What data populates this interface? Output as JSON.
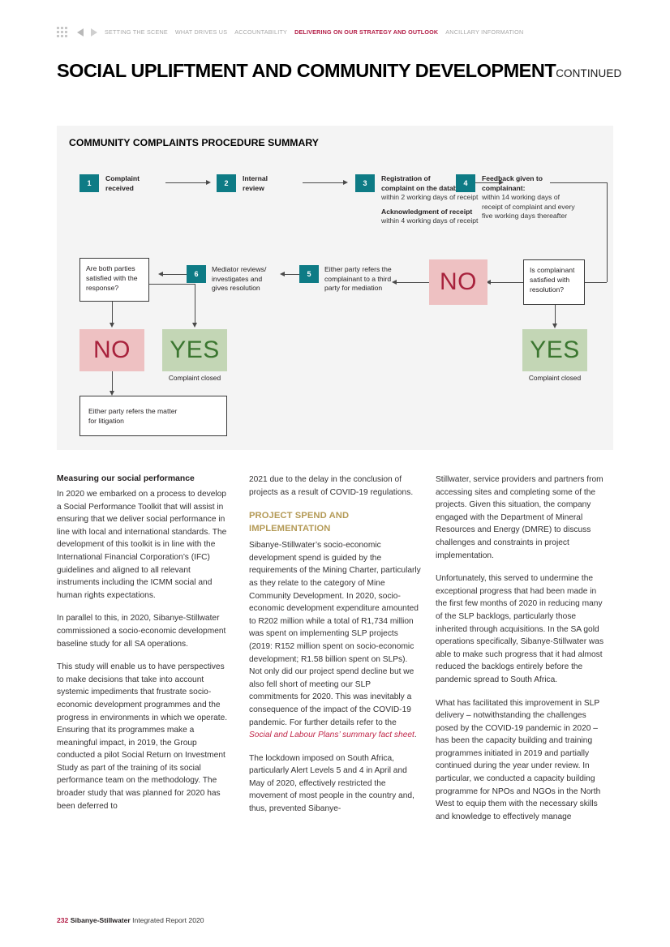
{
  "topnav": {
    "icons": [
      "grid-icon",
      "prev-triangle-icon",
      "next-triangle-icon"
    ],
    "items": [
      {
        "label": "SETTING THE SCENE",
        "active": false
      },
      {
        "label": "WHAT DRIVES US",
        "active": false
      },
      {
        "label": "ACCOUNTABILITY",
        "active": false
      },
      {
        "label": "DELIVERING ON OUR STRATEGY AND OUTLOOK",
        "active": true
      },
      {
        "label": "ANCILLARY INFORMATION",
        "active": false
      }
    ],
    "active_color": "#b31c45"
  },
  "header": {
    "title": "SOCIAL UPLIFTMENT AND COMMUNITY DEVELOPMENT",
    "continued": "CONTINUED"
  },
  "diagram": {
    "title": "COMMUNITY COMPLAINTS PROCEDURE SUMMARY",
    "accent_color": "#0e7b85",
    "no_color": "#eec1c2",
    "no_text_color": "#a8223c",
    "yes_color": "#c3d6b5",
    "yes_text_color": "#3b7630",
    "steps": [
      {
        "number": "1",
        "title": "Complaint",
        "title2": "received"
      },
      {
        "number": "2",
        "title": "Internal",
        "title2": "review"
      },
      {
        "number": "3",
        "bold1_line1": "Registration of",
        "bold1_line2": "complaint on the database",
        "sub1": "within 2 working days of receipt",
        "bold2": "Acknowledgment of receipt",
        "sub2": "within 4 working days of receipt"
      },
      {
        "number": "4",
        "bold1_line1": "Feedback given to",
        "bold1_line2": "complainant:",
        "sub1": "within 14 working days of",
        "sub2": "receipt of complaint and every",
        "sub3": "five working days thereafter"
      },
      {
        "number": "5",
        "line1": "Either party refers the",
        "line2": "complainant to a third",
        "line3": "party for mediation"
      },
      {
        "number": "6",
        "line1": "Mediator reviews/",
        "line2": "investigates and",
        "line3": "gives resolution"
      }
    ],
    "decision_right": {
      "line1": "Is complainant",
      "line2": "satisfied with",
      "line3": "resolution?"
    },
    "decision_left": {
      "line1": "Are both parties",
      "line2": "satisfied with the",
      "line3": "response?"
    },
    "no_middle": "NO",
    "no_left": "NO",
    "yes_left": "YES",
    "yes_right": "YES",
    "caption_left": "Complaint closed",
    "caption_right": "Complaint closed",
    "litigation": {
      "line1": "Either party refers the matter",
      "line2": "for litigation"
    }
  },
  "columns": {
    "col1": {
      "heading": "Measuring our social performance",
      "paragraphs": [
        "In 2020 we embarked on a process to develop a Social Performance Toolkit that will assist in ensuring that we deliver social performance in line with local and international standards. The development of this toolkit is in line with the International Financial Corporation’s (IFC) guidelines and aligned to all relevant instruments including the ICMM social and human rights expectations.",
        "In parallel to this, in 2020, Sibanye-Stillwater commissioned a socio-economic development baseline study for all SA operations.",
        "This study will enable us to have perspectives to make decisions that take into account systemic impediments that frustrate socio-economic development programmes and the progress in environments in which we operate. Ensuring that its programmes make a meaningful impact, in 2019, the Group conducted a pilot Social Return on Investment Study as part of the training of its social performance team on the methodology. The broader study that was planned for 2020 has been deferred to"
      ]
    },
    "col2": {
      "para_top": "2021 due to the delay in the conclusion of projects as a result of COVID-19 regulations.",
      "gold_heading": "PROJECT SPEND AND IMPLEMENTATION",
      "para_body_a": "Sibanye-Stillwater’s socio-economic development spend is guided by the requirements of the Mining Charter, particularly as they relate to the category of Mine Community Development. In 2020, socio-economic development expenditure amounted to R202 million while a total of R1,734 million was spent on implementing SLP projects (2019: R152 million spent on socio-economic development; R1.58 billion spent on SLPs). Not only did our project spend decline but we also fell short of meeting our SLP commitments for 2020. This was inevitably a consequence of the impact of the COVID-19 pandemic. For further details refer to the ",
      "link_text": "Social and Labour Plans’ summary fact sheet",
      "para_body_a_end": ".",
      "para_last": "The lockdown imposed on South Africa, particularly Alert Levels 5 and 4 in April and May of 2020, effectively restricted the movement of most people in the country and, thus, prevented Sibanye-"
    },
    "col3": {
      "paragraphs": [
        "Stillwater, service providers and partners from accessing sites and completing some of the projects. Given this situation, the company engaged with the Department of Mineral Resources and Energy (DMRE) to discuss challenges and constraints in project implementation.",
        "Unfortunately, this served to undermine the exceptional progress that had been made in the first few months of 2020 in reducing many of the SLP backlogs, particularly those inherited through acquisitions. In the SA gold operations specifically, Sibanye-Stillwater was able to make such progress that it had almost reduced the backlogs entirely before the pandemic spread to South Africa.",
        "What has facilitated this improvement in SLP delivery – notwithstanding the challenges posed by the COVID-19 pandemic in 2020 – has been the capacity building and training programmes initiated in 2019 and partially continued during the year under review. In particular, we conducted a capacity building programme for NPOs and NGOs in the North West to equip them with the necessary skills and knowledge to effectively manage"
      ]
    }
  },
  "footer": {
    "page_number": "232",
    "company": "Sibanye-Stillwater",
    "report": "Integrated Report 2020"
  }
}
